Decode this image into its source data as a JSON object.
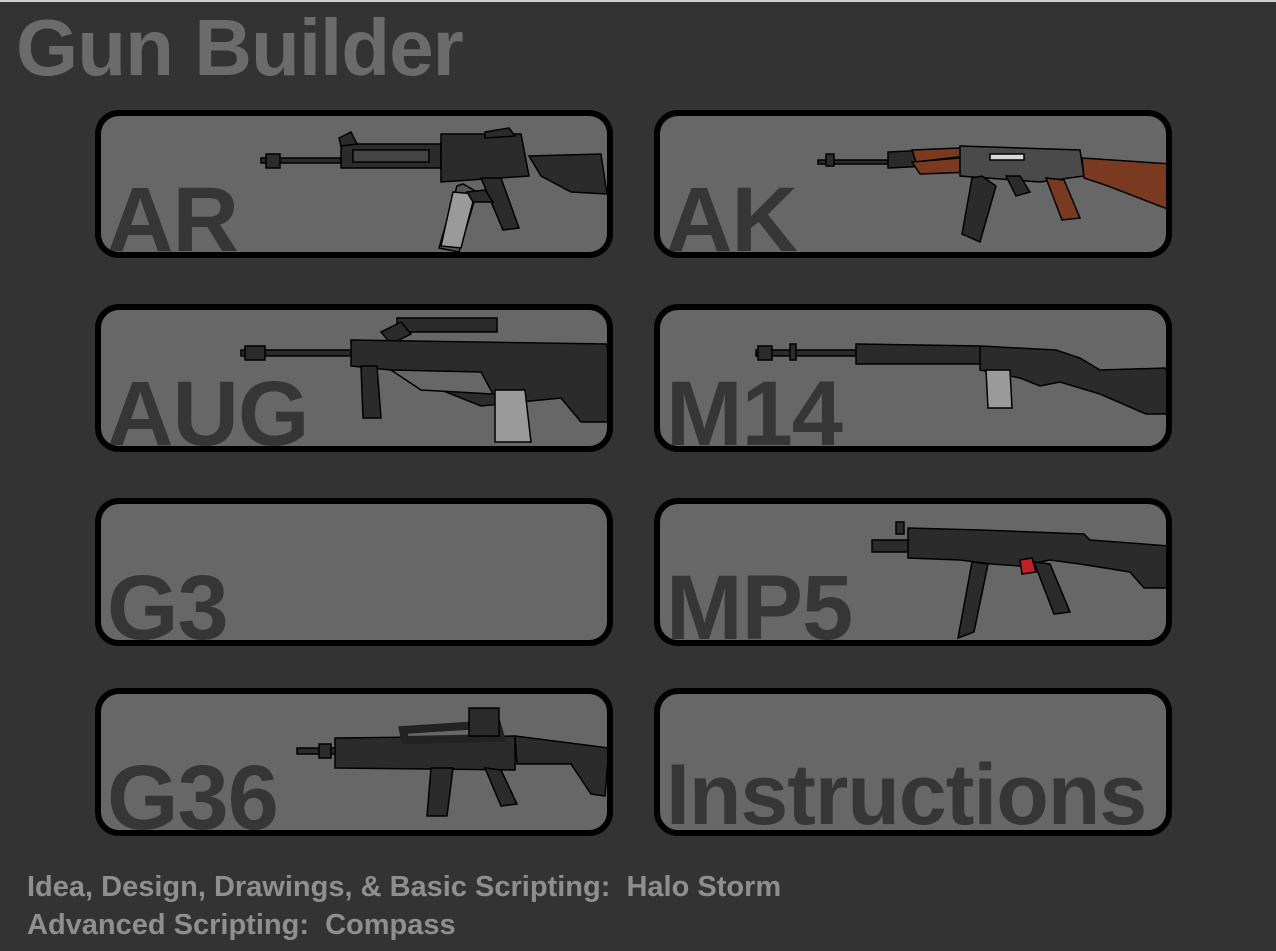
{
  "app": {
    "title": "Gun Builder"
  },
  "menu": {
    "buttons": [
      {
        "id": "ar",
        "label": "AR",
        "icon": "ar-rifle-icon"
      },
      {
        "id": "ak",
        "label": "AK",
        "icon": "ak-rifle-icon"
      },
      {
        "id": "aug",
        "label": "AUG",
        "icon": "aug-rifle-icon"
      },
      {
        "id": "m14",
        "label": "M14",
        "icon": "m14-rifle-icon"
      },
      {
        "id": "g3",
        "label": "G3"
      },
      {
        "id": "mp5",
        "label": "MP5",
        "icon": "mp5-smg-icon"
      },
      {
        "id": "g36",
        "label": "G36",
        "icon": "g36-rifle-icon"
      },
      {
        "id": "instructions",
        "label": "Instructions"
      }
    ]
  },
  "credits": {
    "line1": "Idea, Design, Drawings, & Basic Scripting:  Halo Storm",
    "line2": "Advanced Scripting:  Compass"
  },
  "colors": {
    "background": "#333333",
    "button_fill": "#676767",
    "button_border": "#000000",
    "label_text": "#363636",
    "title_text": "#6b6b6b",
    "credit_text": "#8f8f8f",
    "wood": "#7a3a22"
  }
}
